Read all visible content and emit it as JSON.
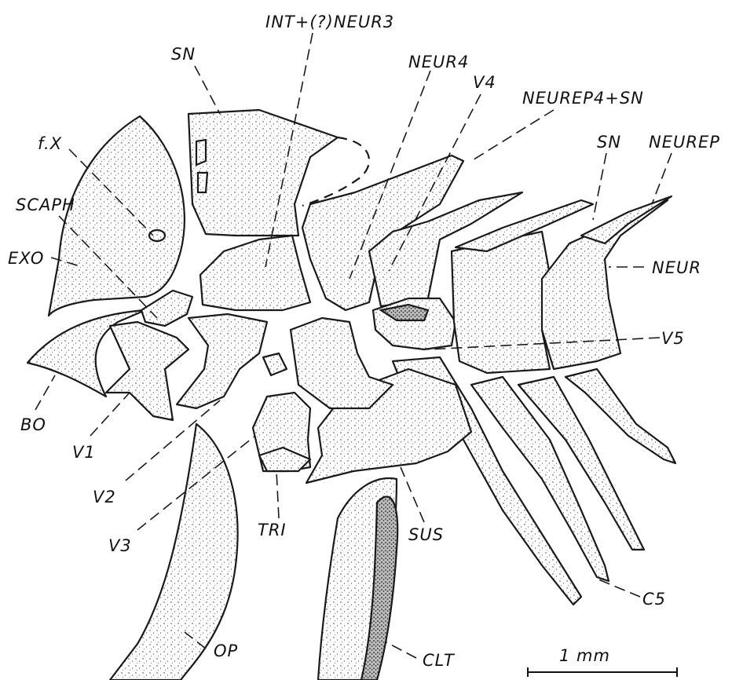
{
  "labels": {
    "sn_top": "SN",
    "int_neur3": "INT+(?)NEUR3",
    "neur4": "NEUR4",
    "v4": "V4",
    "neurep4_sn": "NEUREP4+SN",
    "sn_right": "SN",
    "neurep": "NEUREP",
    "fx": "f.X",
    "scaph": "SCAPH",
    "exo": "EXO",
    "neur": "NEUR",
    "v5": "V5",
    "bo": "BO",
    "v1": "V1",
    "v2": "V2",
    "v3": "V3",
    "tri": "TRI",
    "sus": "SUS",
    "c5": "C5",
    "op": "OP",
    "clt": "CLT"
  },
  "scale_bar": {
    "label": "1 mm"
  },
  "colors": {
    "ink": "#1a1a1a",
    "paper": "#ffffff"
  }
}
